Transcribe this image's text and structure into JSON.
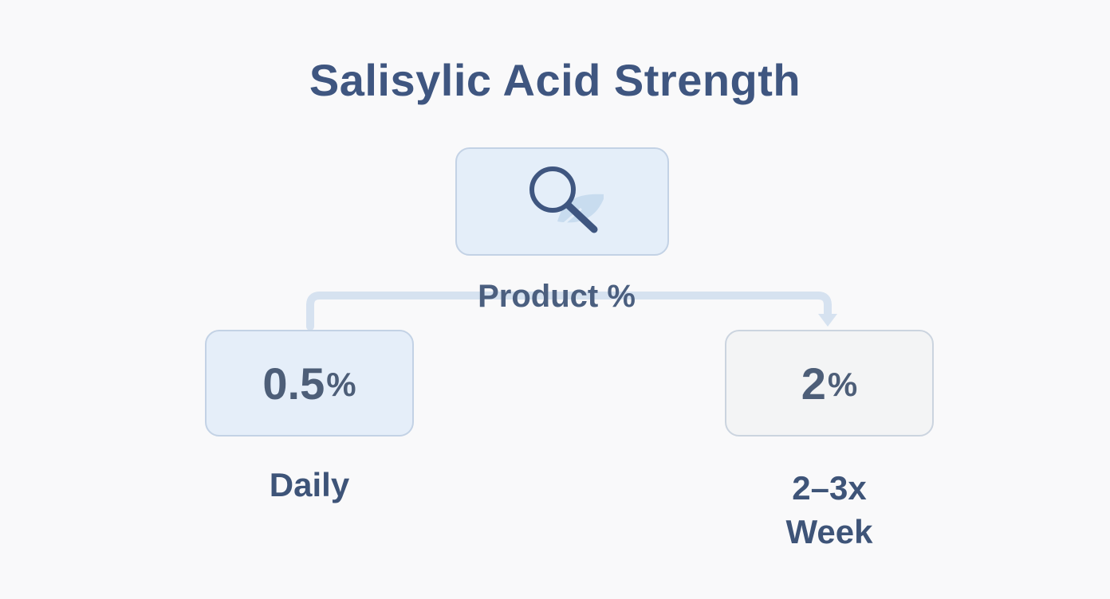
{
  "title": "Salisylic Acid Strength",
  "icons": {
    "top_box": "magnifier-leaf-icon"
  },
  "center_label": "Product %",
  "options": [
    {
      "value": "0.5",
      "unit": "%",
      "frequency": "Daily"
    },
    {
      "value": "2",
      "unit": "%",
      "frequency_line1": "2–3x",
      "frequency_line2": "Week"
    }
  ],
  "colors": {
    "title": "#3f5680",
    "box_blue": "#e4eef9",
    "box_gray": "#f3f4f5",
    "connector": "#d6e2f0"
  }
}
